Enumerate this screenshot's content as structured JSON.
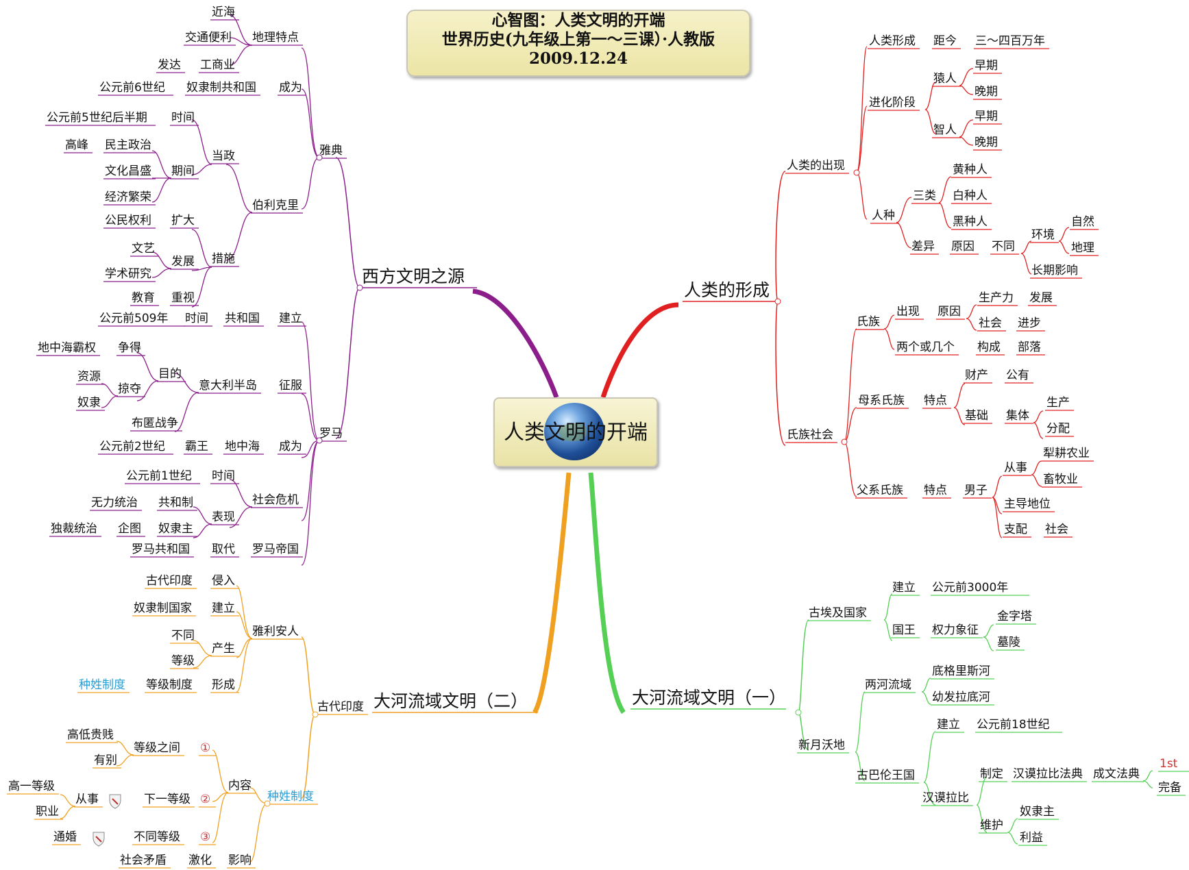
{
  "title": {
    "line1": "心智图：人类文明的开端",
    "line2": "世界历史(九年级上第一～三课）·人教版",
    "line3": "2009.12.24"
  },
  "center": {
    "label": "人类文明的开端",
    "icon": "globe-icon"
  },
  "colors": {
    "west": "#8b1e8b",
    "human": "#e02020",
    "river1": "#55d055",
    "river2": "#f0a020",
    "blue_text": "#2a9fd6"
  },
  "branches": {
    "west": {
      "label": "西方文明之源",
      "athens": {
        "label": "雅典",
        "geo": {
          "label": "地理特点",
          "sea": "近海",
          "traffic": "交通便利",
          "commerce": "工商业",
          "developed": "发达"
        },
        "become": {
          "label": "成为",
          "republic": "奴隶制共和国",
          "time": "公元前6世纪"
        },
        "pericles": {
          "label": "伯利克里",
          "rule": {
            "label": "当政",
            "time": {
              "label": "时间",
              "value": "公元前5世纪后半期"
            },
            "period": {
              "label": "期间",
              "democracy": "民主政治",
              "peak": "高峰",
              "culture": "文化昌盛",
              "economy": "经济繁荣"
            }
          },
          "measures": {
            "label": "措施",
            "expand": {
              "label": "扩大",
              "value": "公民权利"
            },
            "develop": {
              "label": "发展",
              "arts": "文艺",
              "research": "学术研究"
            },
            "value": {
              "label": "重视",
              "value": "教育"
            }
          }
        }
      },
      "rome": {
        "label": "罗马",
        "establish": {
          "label": "建立",
          "republic": "共和国",
          "time_label": "时间",
          "time": "公元前509年"
        },
        "conquer": {
          "label": "征服",
          "italy": "意大利半岛",
          "purpose": {
            "label": "目的",
            "contend": "争得",
            "hegemony": "地中海霸权",
            "plunder": "掠夺",
            "resources": "资源",
            "slaves": "奴隶"
          },
          "punic": "布匿战争"
        },
        "become": {
          "label": "成为",
          "med": "地中海",
          "overlord": "霸王",
          "time": "公元前2世纪"
        },
        "crisis": {
          "label": "社会危机",
          "time_label": "时间",
          "time": "公元前1世纪",
          "show": {
            "label": "表现",
            "republic": "共和制",
            "powerless": "无力统治",
            "slaveowner": "奴隶主",
            "attempt": "企图",
            "dictator": "独裁统治"
          }
        },
        "empire": {
          "label": "罗马帝国",
          "replace": "取代",
          "republic": "罗马共和国"
        }
      }
    },
    "human": {
      "label": "人类的形成",
      "appearance": {
        "label": "人类的出现",
        "formation": {
          "label": "人类形成",
          "from_now": "距今",
          "years": "三～四百万年"
        },
        "evolution": {
          "label": "进化阶段",
          "ape": "猿人",
          "wise": "智人",
          "early": "早期",
          "late": "晚期"
        },
        "race": {
          "label": "人种",
          "three": {
            "label": "三类",
            "yellow": "黄种人",
            "white": "白种人",
            "black": "黑种人"
          },
          "diff": {
            "label": "差异",
            "reason": "原因",
            "different": "不同",
            "env": "环境",
            "nature": "自然",
            "geography": "地理",
            "long_term": "长期影响"
          }
        }
      },
      "clan": {
        "label": "氏族社会",
        "tribe": {
          "label": "氏族",
          "appear": {
            "label": "出现",
            "reason": "原因",
            "productivity": "生产力",
            "develop": "发展",
            "society": "社会",
            "progress": "进步"
          },
          "compose": {
            "label": "两个或几个",
            "form": "构成",
            "tribe": "部落"
          }
        },
        "matri": {
          "label": "母系氏族",
          "feature": "特点",
          "property": "财产",
          "public": "公有",
          "basis": "基础",
          "collective": "集体",
          "production": "生产",
          "distribution": "分配"
        },
        "patri": {
          "label": "父系氏族",
          "feature": "特点",
          "male": "男子",
          "engage": "从事",
          "plough": "犁耕农业",
          "livestock": "畜牧业",
          "dominant": "主导地位",
          "govern": "支配",
          "society": "社会"
        }
      }
    },
    "river1": {
      "label": "大河流域文明（一）",
      "egypt": {
        "label": "古埃及国家",
        "establish": "建立",
        "time": "公元前3000年",
        "king": "国王",
        "symbol": "权力象征",
        "pyramid": "金字塔",
        "tomb": "墓陵"
      },
      "crescent": {
        "label": "新月沃地",
        "rivers": {
          "label": "两河流域",
          "tigris": "底格里斯河",
          "euphrates": "幼发拉底河"
        },
        "babylon": {
          "label": "古巴伦王国",
          "establish": "建立",
          "time": "公元前18世纪",
          "hammurabi": "汉谟拉比",
          "make": "制定",
          "code": "汉谟拉比法典",
          "written": "成文法典",
          "first": "1st",
          "complete": "完备",
          "maintain": "维护",
          "slaveowner": "奴隶主",
          "interest": "利益"
        }
      }
    },
    "river2": {
      "label": "大河流域文明（二）",
      "india": "古代印度",
      "aryan": {
        "label": "雅利安人",
        "invade": "侵入",
        "ancient_india": "古代印度",
        "build": "建立",
        "slave_state": "奴隶制国家",
        "produce": "产生",
        "different": "不同",
        "grade": "等级",
        "form": "形成",
        "grade_system": "等级制度",
        "caste": "种姓制度"
      },
      "caste": {
        "label": "种姓制度",
        "content": "内容",
        "item1": {
          "label": "等级之间",
          "num": "①",
          "high_low": "高低贵贱",
          "diff": "有别"
        },
        "item2": {
          "label": "下一等级",
          "num": "②",
          "engage": "从事",
          "higher": "高一等级",
          "job": "职业"
        },
        "item3": {
          "label": "不同等级",
          "num": "③",
          "marry": "通婚"
        },
        "social": {
          "label": "影响",
          "intensify": "激化",
          "conflict": "社会矛盾"
        }
      }
    }
  }
}
